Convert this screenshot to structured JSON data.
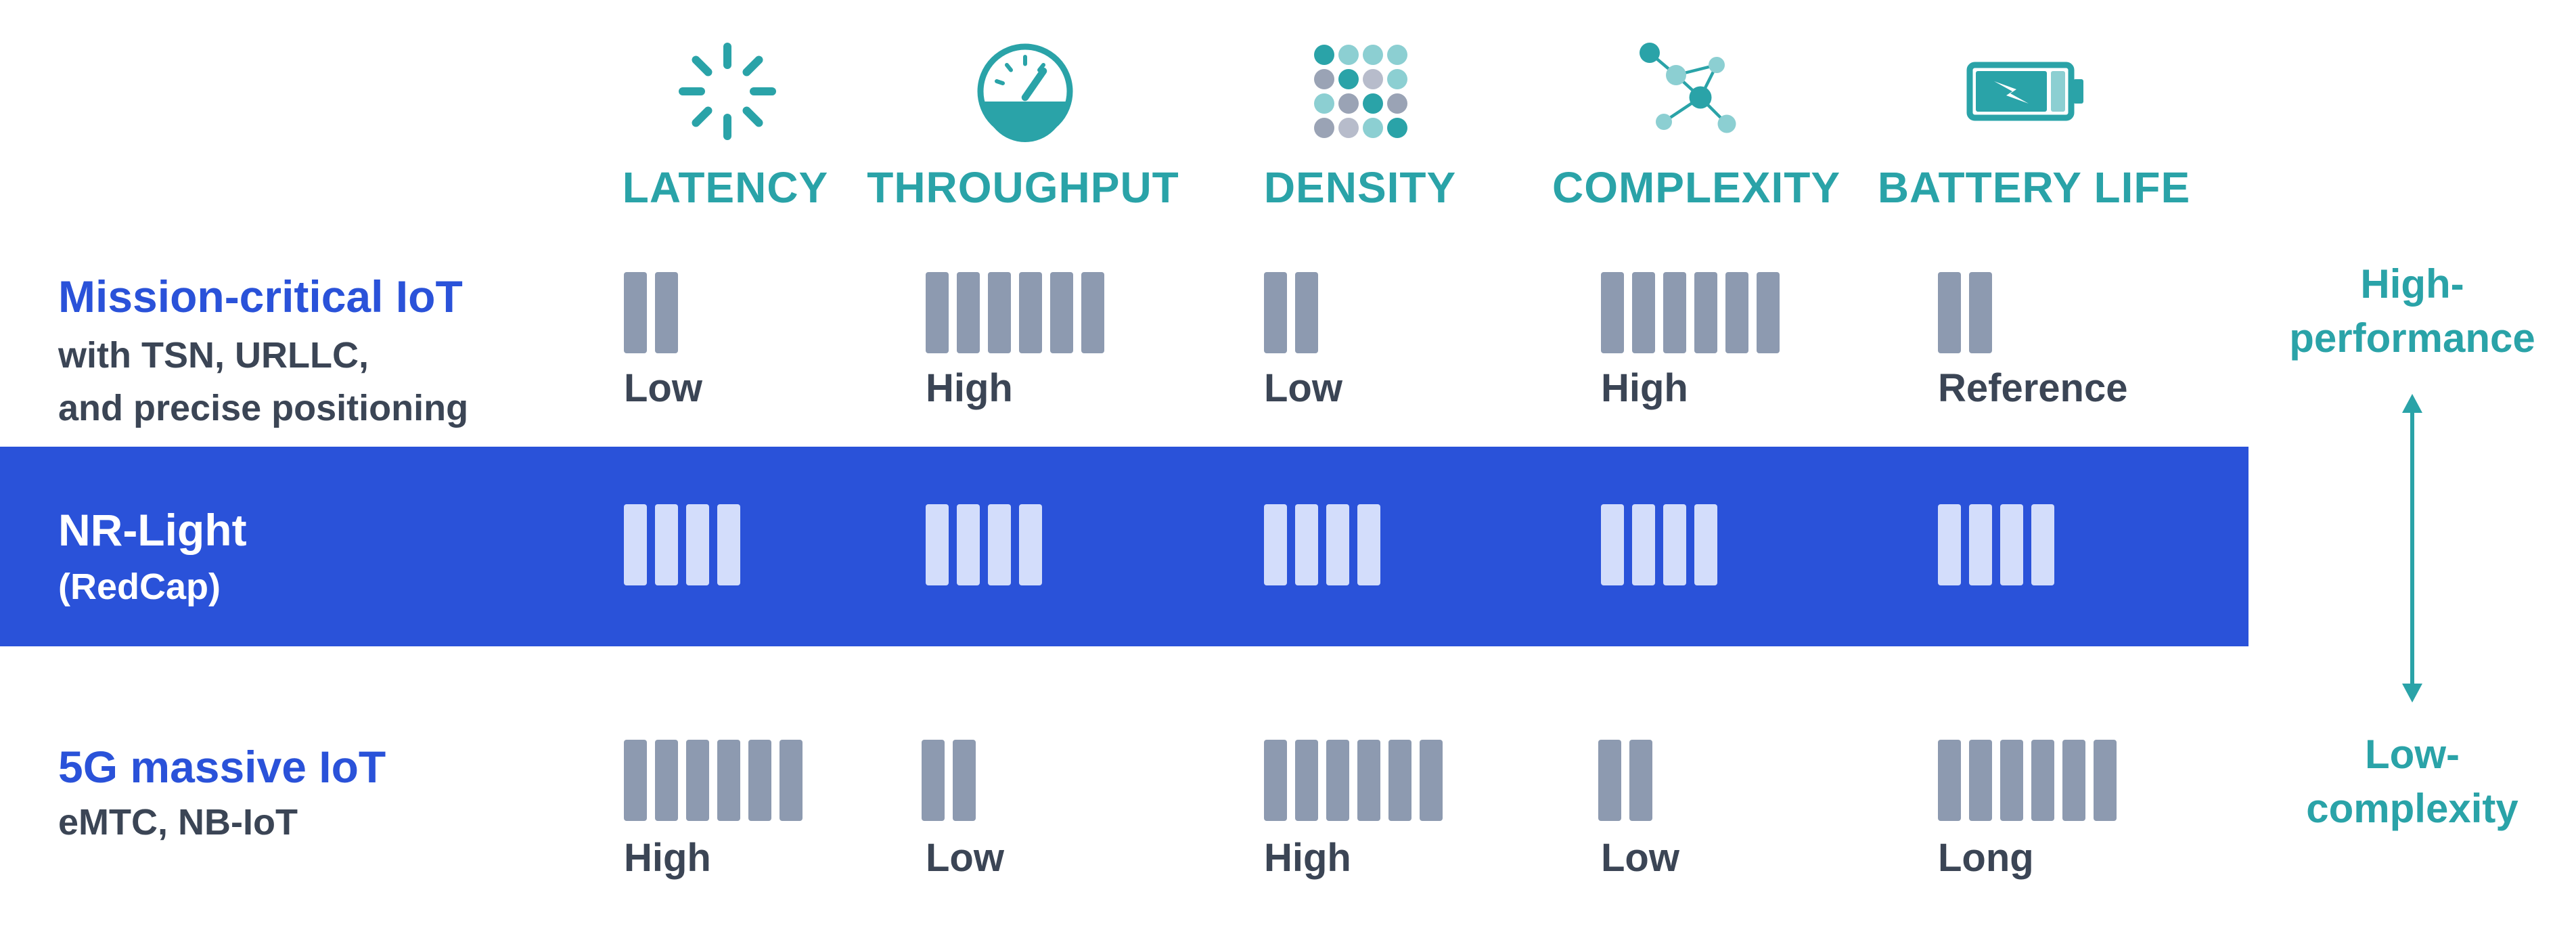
{
  "columns": [
    {
      "label": "LATENCY",
      "icon": "latency-icon"
    },
    {
      "label": "THROUGHPUT",
      "icon": "speedometer-icon"
    },
    {
      "label": "DENSITY",
      "icon": "dot-grid-icon"
    },
    {
      "label": "COMPLEXITY",
      "icon": "network-nodes-icon"
    },
    {
      "label": "BATTERY LIFE",
      "icon": "battery-icon"
    }
  ],
  "rows": [
    {
      "title": "Mission-critical IoT",
      "subtitle_lines": [
        "with TSN, URLLC,",
        "and precise positioning"
      ],
      "bars": [
        2,
        6,
        2,
        6,
        2
      ],
      "levels": [
        "Low",
        "High",
        "Low",
        "High",
        "Reference"
      ]
    },
    {
      "title": "NR-Light",
      "subtitle_lines": [
        "(RedCap)"
      ],
      "bars": [
        4,
        4,
        4,
        4,
        4
      ],
      "levels": []
    },
    {
      "title": "5G massive IoT",
      "subtitle_lines": [
        "eMTC, NB-IoT"
      ],
      "bars": [
        6,
        2,
        6,
        2,
        6
      ],
      "levels": [
        "High",
        "Low",
        "High",
        "Low",
        "Long"
      ]
    }
  ],
  "scale": {
    "top_label_lines": [
      "High-",
      "performance"
    ],
    "bottom_label_lines": [
      "Low-",
      "complexity"
    ]
  },
  "colors": {
    "teal": "#2aa3a8",
    "blue": "#2a52d9",
    "bar_gray": "#8d9ab0",
    "bar_light": "#d3ddfb",
    "text_dark": "#3b4555"
  }
}
